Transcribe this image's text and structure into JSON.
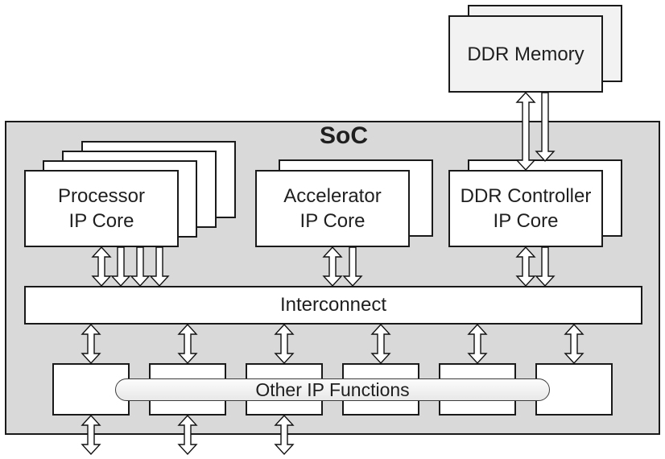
{
  "soc": {
    "title": "SoC"
  },
  "ddr_memory": {
    "label": "DDR Memory",
    "stack_count": 2
  },
  "cores": {
    "processor": {
      "line1": "Processor",
      "line2": "IP Core",
      "stack_count": 4
    },
    "accelerator": {
      "line1": "Accelerator",
      "line2": "IP Core",
      "stack_count": 2
    },
    "ddr_controller": {
      "line1": "DDR Controller",
      "line2": "IP Core",
      "stack_count": 2
    }
  },
  "interconnect": {
    "label": "Interconnect"
  },
  "other_ip": {
    "label": "Other IP Functions"
  },
  "bottom_boxes": {
    "count": 6,
    "external_connections": 3
  },
  "colors": {
    "soc_fill": "#d9d9d9",
    "core_fill": "#ffffff",
    "memory_fill": "#f2f2f2",
    "pill_top": "#fcfcfc",
    "pill_bottom": "#e8e8e8",
    "border": "#1a1a1a",
    "text": "#1f1f1f",
    "canvas_bg": "#ffffff"
  }
}
